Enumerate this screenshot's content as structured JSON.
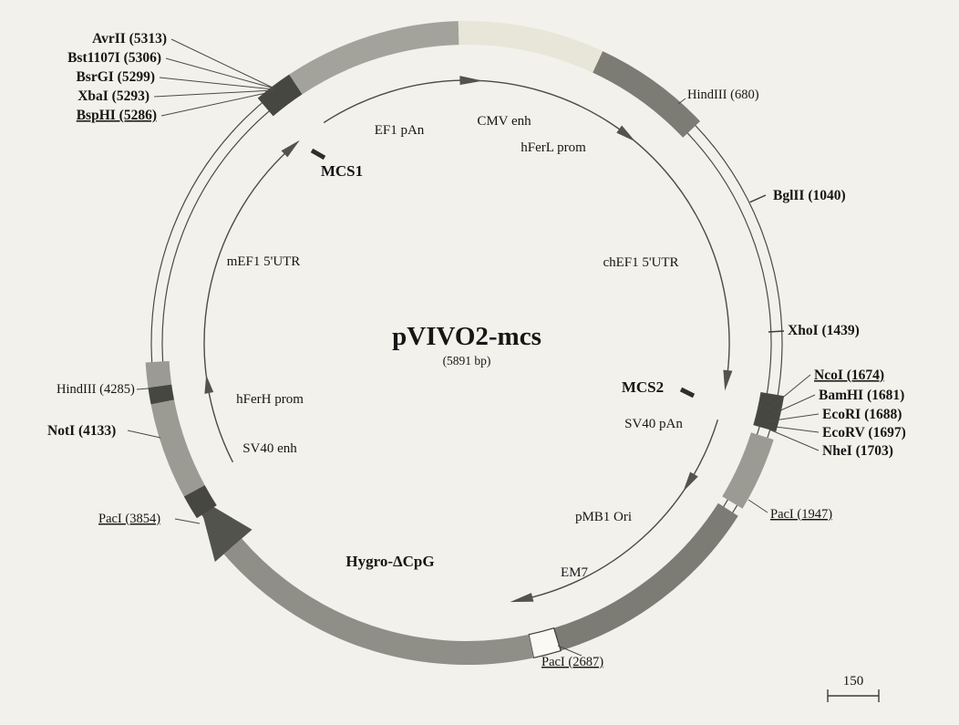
{
  "plasmid": {
    "name": "pVIVO2-mcs",
    "size": "(5891 bp)"
  },
  "features": {
    "ef1_pan": "EF1 pAn",
    "cmv_enh": "CMV enh",
    "hferl_prom": "hFerL prom",
    "mcs1": "MCS1",
    "mef1_utr": "mEF1 5'UTR",
    "chef1_utr": "chEF1 5'UTR",
    "mcs2": "MCS2",
    "sv40_pan": "SV40 pAn",
    "hferh_prom": "hFerH prom",
    "sv40_enh": "SV40 enh",
    "pmb1_ori": "pMB1 Ori",
    "em7": "EM7",
    "hygro": "Hygro-ΔCpG"
  },
  "sites": {
    "avrii": "AvrII (5313)",
    "bst1107i": "Bst1107I (5306)",
    "bsrgi": "BsrGI (5299)",
    "xbai": "XbaI (5293)",
    "bsphi": "BspHI (5286)",
    "hindiii_680": "HindIII (680)",
    "bglii": "BglII (1040)",
    "xhoi": "XhoI (1439)",
    "ncoi": "NcoI (1674)",
    "bamhi": "BamHI (1681)",
    "ecori": "EcoRI (1688)",
    "ecorv": "EcoRV (1697)",
    "nhei": "NheI (1703)",
    "paci_1947": "PacI (1947)",
    "paci_2687": "PacI (2687)",
    "paci_3854": "PacI (3854)",
    "noti": "NotI (4133)",
    "hindiii_4285": "HindIII (4285)"
  },
  "scale": {
    "label": "150"
  },
  "colors": {
    "background": "#f2f1ec",
    "ring_line": "#4b4b46",
    "segment_medium": "#a3a39b",
    "segment_light": "#e8e6d8",
    "segment_dark": "#7c7c74",
    "segment_block_dark": "#474742",
    "segment_gray": "#9b9b93",
    "hygro_fill": "#8f8f88",
    "arrow_dark": "#53534e",
    "white_block": "#faf9f3",
    "text": "#161614"
  }
}
